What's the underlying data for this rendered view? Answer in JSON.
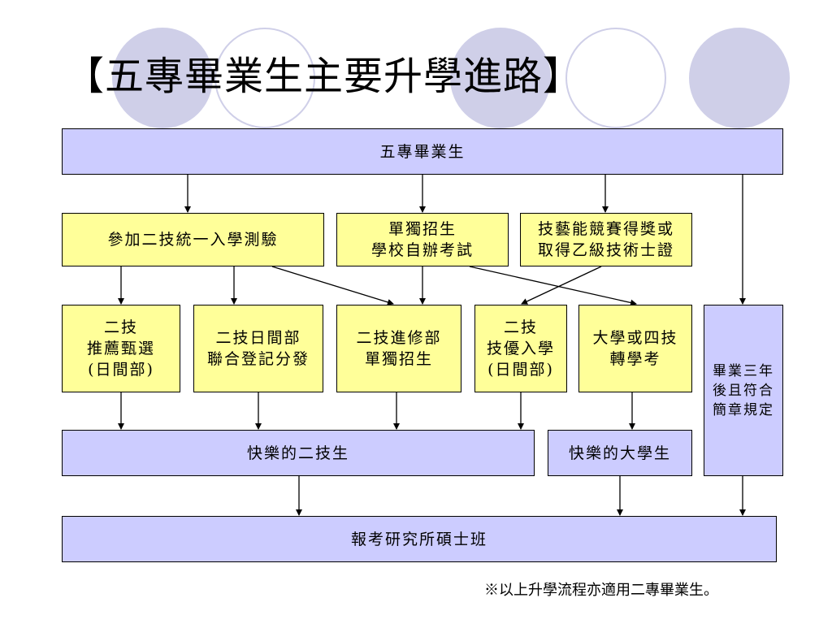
{
  "title": "【五專畢業生主要升學進路】",
  "nodes": {
    "top": "五專畢業生",
    "exam": "參加二技統一入學測驗",
    "independent": "單獨招生\n學校自辦考試",
    "competition": "技藝能競賽得獎或\n取得乙級技術士證",
    "recommend": "二技\n推薦甄選\n(日間部)",
    "joint": "二技日間部\n聯合登記分發",
    "evening": "二技進修部\n單獨招生",
    "preferred": "二技\n技優入學\n(日間部)",
    "transfer": "大學或四技\n轉學考",
    "graduated": "畢業三年\n後且符合\n簡章規定",
    "happy_two": "快樂的二技生",
    "happy_uni": "快樂的大學生",
    "grad_school": "報考研究所碩士班"
  },
  "footnote": "※以上升學流程亦適用二專畢業生。"
}
